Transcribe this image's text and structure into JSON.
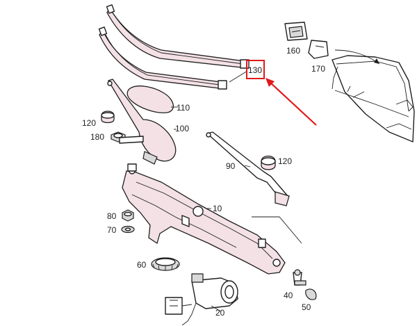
{
  "labels": {
    "p10": "10",
    "p40": "40",
    "p50": "50",
    "p60": "60",
    "p70": "70",
    "p80": "80",
    "p90": "90",
    "p100": "100",
    "p110": "110",
    "p120a": "120",
    "p120b": "120",
    "p130": "130",
    "p160": "160",
    "p170": "170",
    "p180": "180",
    "p20": "20"
  },
  "colors": {
    "highlight": "#e01919",
    "line": "#1e1e1e",
    "part_tint": "#f3e1e6"
  }
}
